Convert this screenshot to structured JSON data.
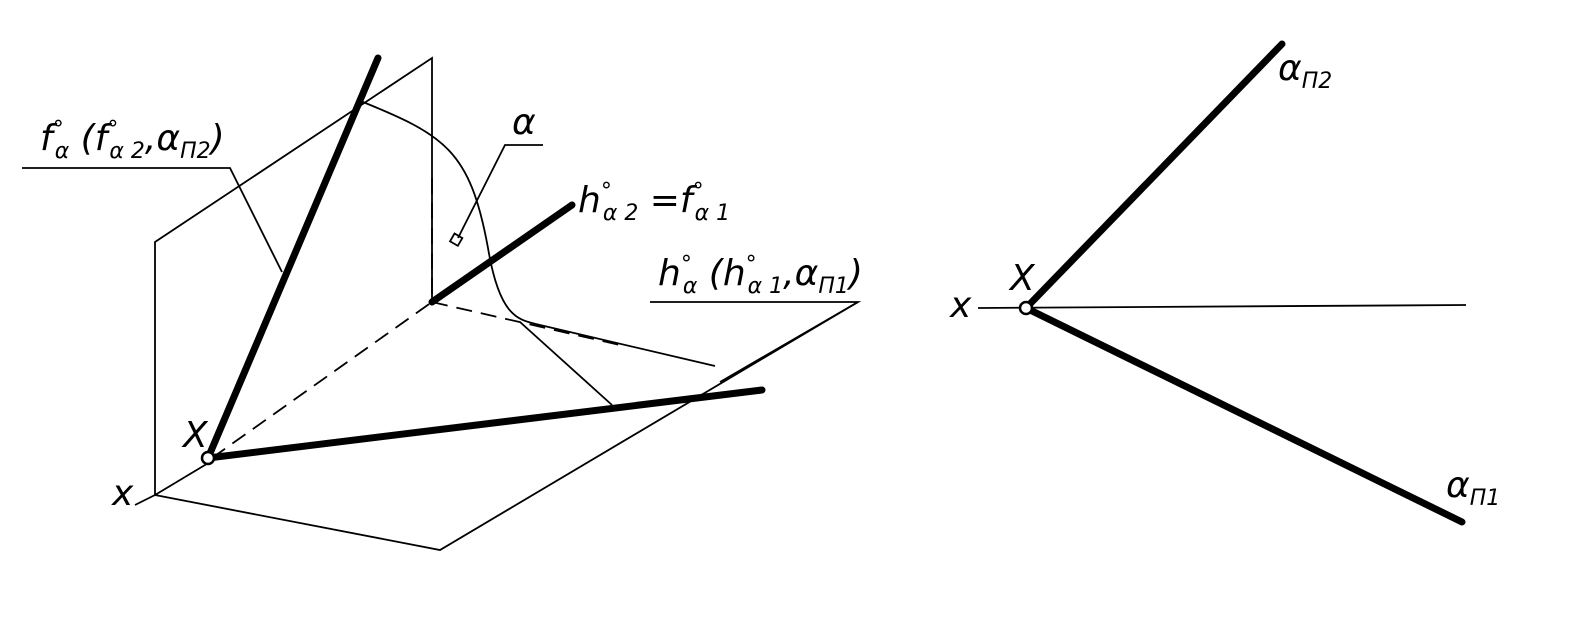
{
  "left_diagram": {
    "label_f_alpha": "f°α (f°α2, αΠ2)",
    "label_alpha": "α",
    "label_h_alpha2_eq_f_alpha1": "h°α2 = f°α1",
    "label_h_alpha": "h°α (h°α1, αΠ1)",
    "label_X": "X",
    "label_x": "x"
  },
  "right_diagram": {
    "label_alpha_pi2": "αΠ2",
    "label_alpha_pi1": "αΠ1",
    "label_X": "X",
    "label_x": "x"
  },
  "colors": {
    "ink": "#000000",
    "background": "#ffffff"
  }
}
